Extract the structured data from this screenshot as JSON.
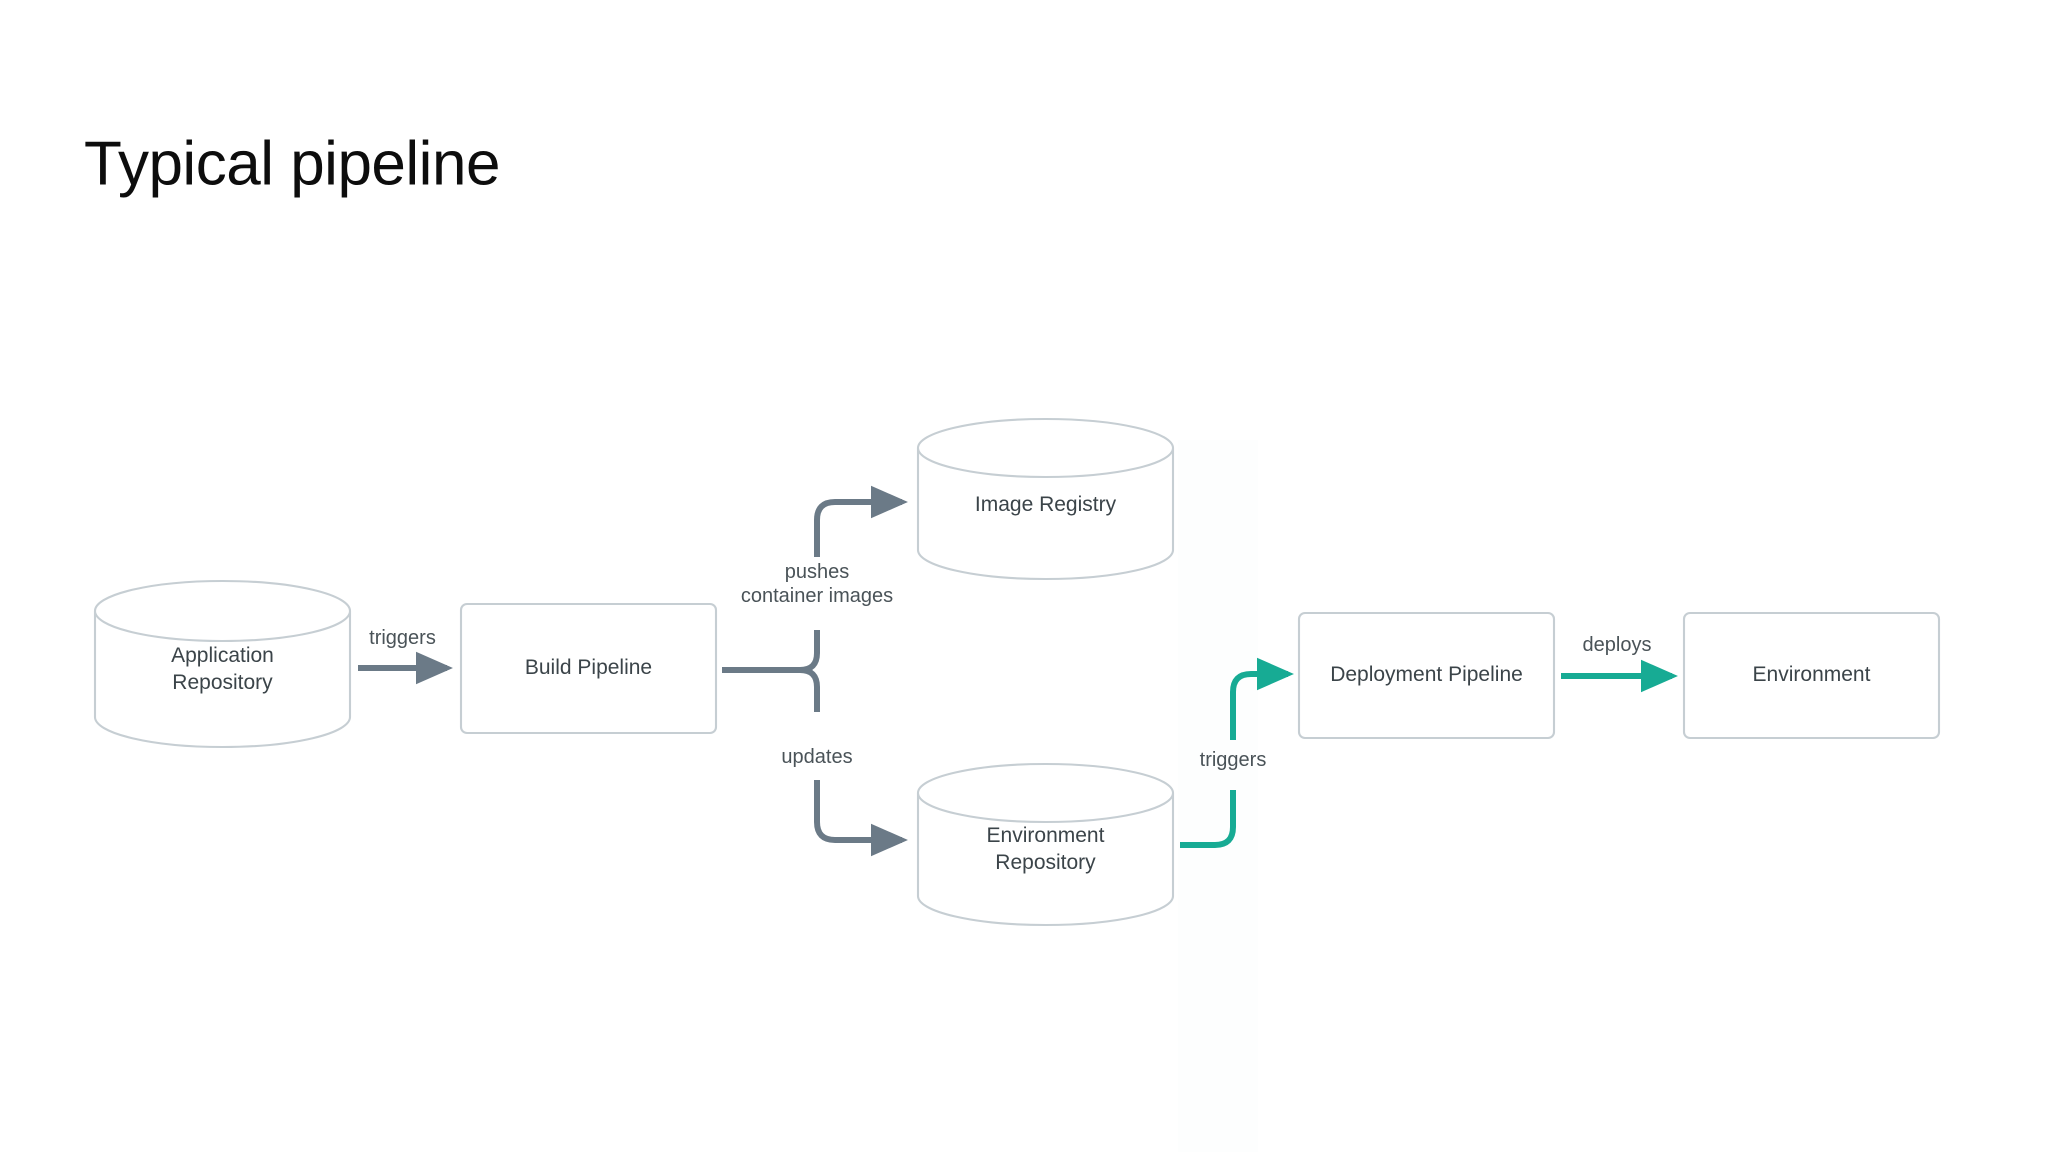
{
  "slide": {
    "title": "Typical pipeline",
    "background_color": "#ffffff",
    "title_color": "#0d0d0d"
  },
  "theme": {
    "node_border_color": "#c6ced3",
    "node_fill_color": "#ffffff",
    "node_text_color": "#3b4449",
    "edge_label_color": "#4a5358",
    "gray_flow_color": "#6b7a87",
    "teal_flow_color": "#17ab94"
  },
  "diagram": {
    "type": "flow-diagram",
    "nodes": [
      {
        "id": "application-repository",
        "label": "Application\nRepository",
        "shape": "cylinder",
        "color": "#c6ced3"
      },
      {
        "id": "build-pipeline",
        "label": "Build Pipeline",
        "shape": "rounded-rectangle",
        "color": "#c6ced3"
      },
      {
        "id": "image-registry",
        "label": "Image Registry",
        "shape": "cylinder",
        "color": "#c6ced3"
      },
      {
        "id": "environment-repository",
        "label": "Environment\nRepository",
        "shape": "cylinder",
        "color": "#c6ced3"
      },
      {
        "id": "deployment-pipeline",
        "label": "Deployment Pipeline",
        "shape": "rounded-rectangle",
        "color": "#c6ced3"
      },
      {
        "id": "environment",
        "label": "Environment",
        "shape": "rounded-rectangle",
        "color": "#c6ced3"
      }
    ],
    "edges": [
      {
        "id": "app-repo-to-build",
        "from": "application-repository",
        "to": "build-pipeline",
        "label": "triggers",
        "color": "#6b7a87"
      },
      {
        "id": "build-to-image-registry",
        "from": "build-pipeline",
        "to": "image-registry",
        "label": "pushes\ncontainer images",
        "color": "#6b7a87"
      },
      {
        "id": "build-to-env-repo",
        "from": "build-pipeline",
        "to": "environment-repository",
        "label": "updates",
        "color": "#6b7a87"
      },
      {
        "id": "env-repo-to-deployment",
        "from": "environment-repository",
        "to": "deployment-pipeline",
        "label": "triggers",
        "color": "#17ab94"
      },
      {
        "id": "deployment-to-environment",
        "from": "deployment-pipeline",
        "to": "environment",
        "label": "deploys",
        "color": "#17ab94"
      }
    ]
  }
}
